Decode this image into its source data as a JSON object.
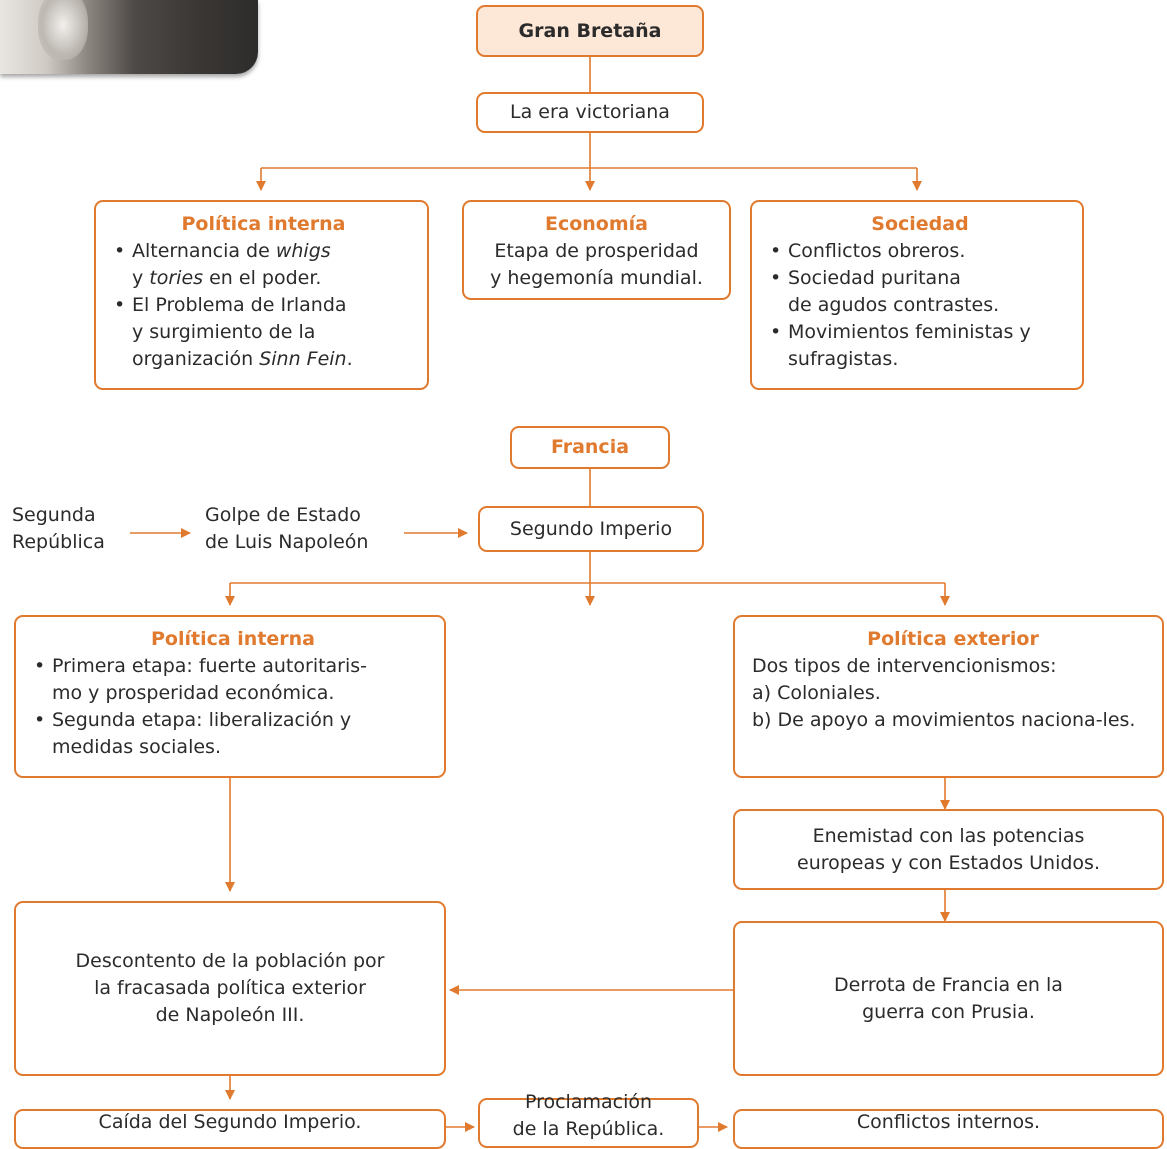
{
  "gb": {
    "title": "Gran Bretaña",
    "era": "La era victoriana",
    "politica_interna": {
      "heading": "Política interna",
      "b1_a": "Alternancia de ",
      "b1_b": "whigs",
      "b1_c": "y ",
      "b1_d": "tories",
      "b1_e": " en el poder.",
      "b2_a": "El Problema de Irlanda",
      "b2_b": "y surgimiento de la",
      "b2_c": "organización ",
      "b2_d": "Sinn Fein",
      "b2_e": "."
    },
    "economia": {
      "heading": "Economía",
      "l1": "Etapa de prosperidad",
      "l2": "y hegemonía mundial."
    },
    "sociedad": {
      "heading": "Sociedad",
      "b1": "Conflictos obreros.",
      "b2_l1": "Sociedad puritana",
      "b2_l2": "de agudos contrastes.",
      "b3_l1": "Movimientos feministas y",
      "b3_l2": "sufragistas."
    }
  },
  "fr": {
    "title": "Francia",
    "segunda_republica": [
      "Segunda",
      "República"
    ],
    "golpe": [
      "Golpe de Estado",
      "de Luis Napoleón"
    ],
    "segundo_imperio": "Segundo Imperio",
    "politica_interna": {
      "heading": "Política interna",
      "b1_l1": "Primera etapa: fuerte autoritaris-",
      "b1_l2": "mo y prosperidad económica.",
      "b2_l1": "Segunda etapa: liberalización y",
      "b2_l2": "medidas sociales."
    },
    "politica_exterior": {
      "heading": "Política exterior",
      "intro": "Dos tipos de intervencionismos:",
      "a": "a) Coloniales.",
      "b": "b) De apoyo a movimientos naciona-les."
    },
    "enemistad": [
      "Enemistad con las potencias",
      "europeas y con Estados Unidos."
    ],
    "descontento": [
      "Descontento de la población por",
      "la fracasada política exterior",
      "de Napoleón III."
    ],
    "derrota": [
      "Derrota de Francia en la",
      "guerra con Prusia."
    ],
    "caida": "Caída del Segundo Imperio.",
    "proclamacion": [
      "Proclamación",
      "de la República."
    ],
    "conflictos": "Conflictos internos."
  },
  "colors": {
    "accent": "#e07a2e",
    "title_fill": "#fde7d6"
  }
}
